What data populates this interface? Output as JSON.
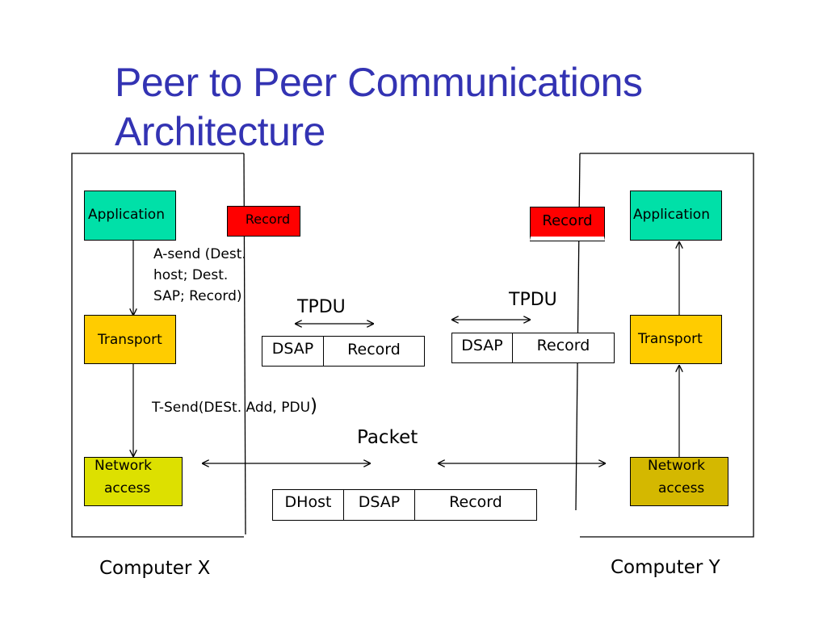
{
  "title": {
    "line1": "Peer to Peer Communications",
    "line2": "Architecture"
  },
  "computer_x": {
    "caption": "Computer X",
    "application": "Application",
    "transport": "Transport",
    "network_line1": "Network",
    "network_line2": "access",
    "record": "Record",
    "a_send_line1": "A-send (Dest.",
    "a_send_line2": "host; Dest.",
    "a_send_line3": "SAP; Record)",
    "t_send": "T-Send(DESt. Add, PDU",
    "t_send_paren": ")"
  },
  "computer_y": {
    "caption": "Computer Y",
    "application": "Application",
    "transport": "Transport",
    "network_line1": "Network",
    "network_line2": "access",
    "record": "Record"
  },
  "tpdu_left": {
    "label": "TPDU",
    "fields": [
      "DSAP",
      "Record"
    ]
  },
  "tpdu_right": {
    "label": "TPDU",
    "fields": [
      "DSAP",
      "Record"
    ]
  },
  "packet": {
    "label": "Packet",
    "fields": [
      "DHost",
      "DSAP",
      "Record"
    ]
  },
  "colors": {
    "title": "#3333b3",
    "application": "#00e0a8",
    "transport": "#ffcc00",
    "network_x": "#dde000",
    "network_y": "#d4b800",
    "record": "#ff0000"
  }
}
